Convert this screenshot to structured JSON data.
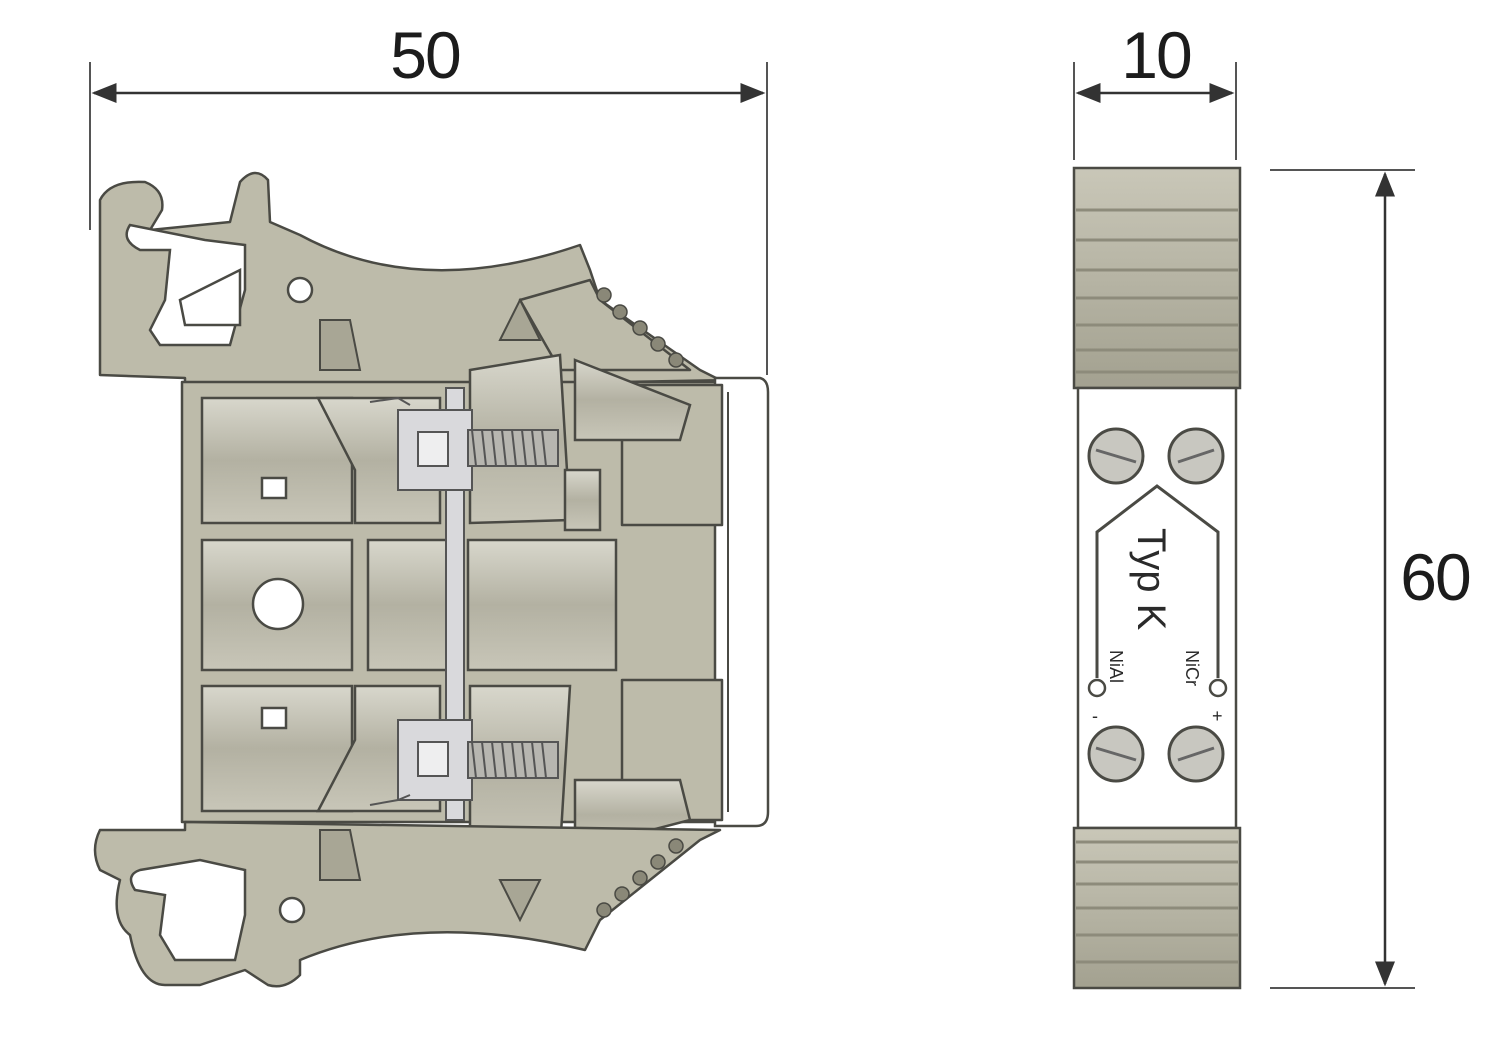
{
  "dimensions": {
    "width_front": "50",
    "width_side": "10",
    "height_side": "60"
  },
  "side_view_labels": {
    "type": "Typ K",
    "positive_conductor": "NiCr",
    "negative_conductor": "NiAl",
    "plus_sign": "+",
    "minus_sign": "-"
  },
  "colors": {
    "body": "#bdbbaa",
    "outline": "#4a4a44",
    "metal": "#d9d9dc",
    "dimension_lines": "#333333"
  }
}
